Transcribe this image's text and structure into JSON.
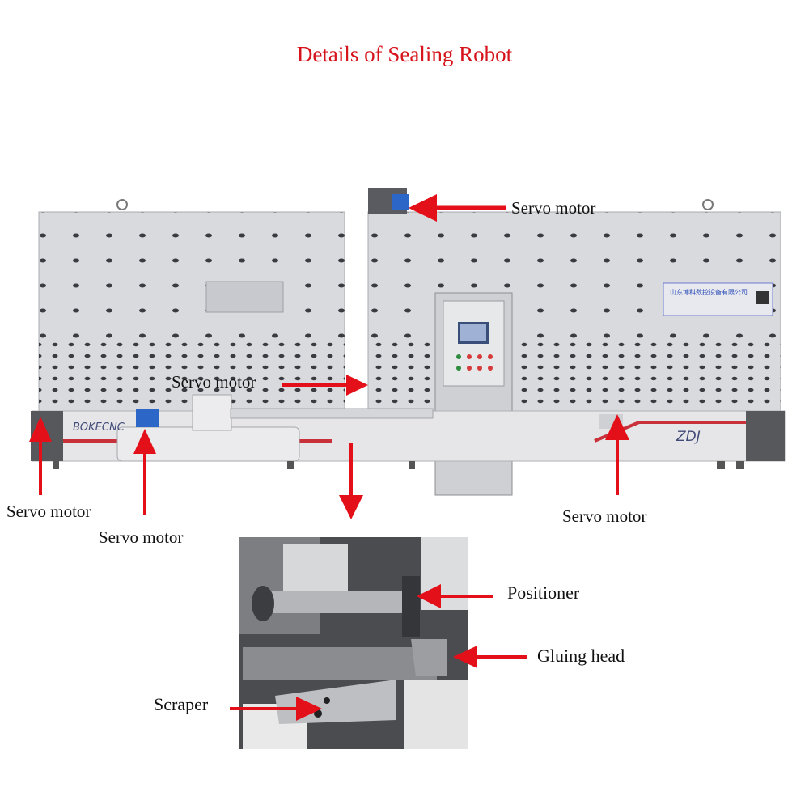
{
  "title": "Details of Sealing Robot",
  "labels": {
    "servo_top": "Servo motor",
    "servo_mid": "Servo motor",
    "servo_left": "Servo motor",
    "servo_left2": "Servo motor",
    "servo_right": "Servo motor",
    "positioner": "Positioner",
    "gluing_head": "Gluing head",
    "scraper": "Scraper"
  },
  "machine": {
    "brand_left": "BOKECNC",
    "brand_right": "ZDJ",
    "company_plate": "山东博科数控设备有限公司"
  },
  "colors": {
    "title": "#d6131a",
    "arrow": "#e3101a",
    "panel": "#d9dadd",
    "base": "#e6e6e8",
    "stripe": "#c8313a",
    "dark": "#57585c"
  }
}
